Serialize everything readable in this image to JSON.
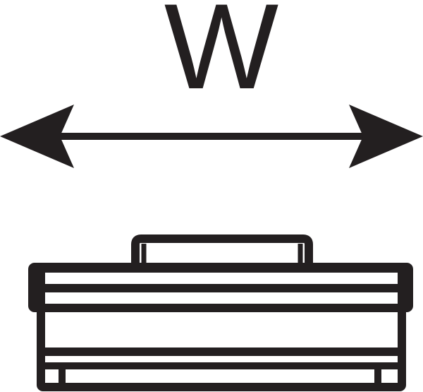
{
  "diagram": {
    "dimension_label": "W",
    "ink_color": "#231f20",
    "arrow_icon": "double-headed-horizontal-arrow",
    "object_icon": "toolbox"
  }
}
